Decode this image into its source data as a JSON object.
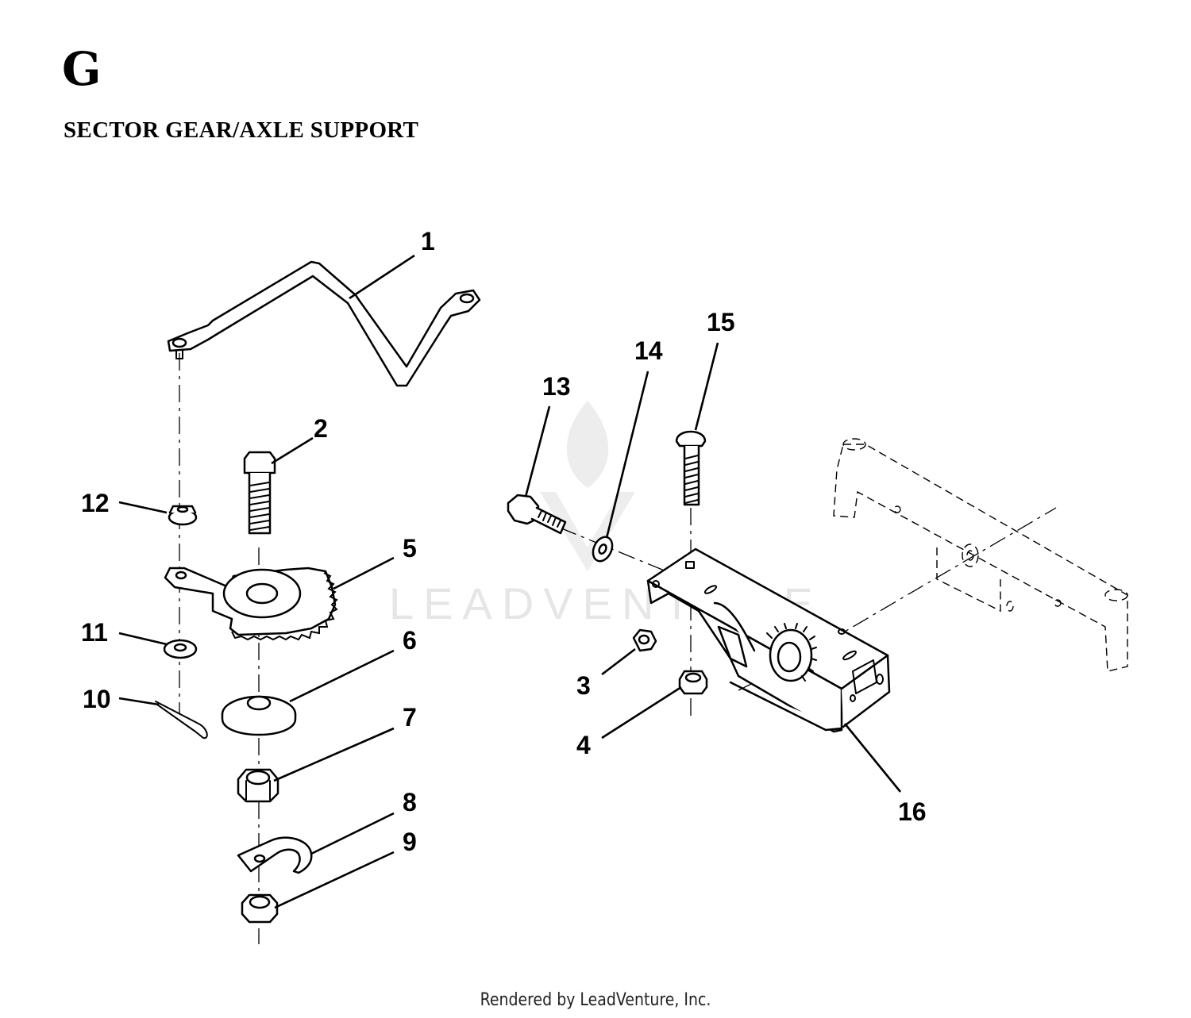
{
  "header": {
    "section_letter": "G",
    "title": "SECTOR GEAR/AXLE SUPPORT"
  },
  "callouts": [
    {
      "id": 1,
      "label": "1"
    },
    {
      "id": 2,
      "label": "2"
    },
    {
      "id": 3,
      "label": "3"
    },
    {
      "id": 4,
      "label": "4"
    },
    {
      "id": 5,
      "label": "5"
    },
    {
      "id": 6,
      "label": "6"
    },
    {
      "id": 7,
      "label": "7"
    },
    {
      "id": 8,
      "label": "8"
    },
    {
      "id": 9,
      "label": "9"
    },
    {
      "id": 10,
      "label": "10"
    },
    {
      "id": 11,
      "label": "11"
    },
    {
      "id": 12,
      "label": "12"
    },
    {
      "id": 13,
      "label": "13"
    },
    {
      "id": 14,
      "label": "14"
    },
    {
      "id": 15,
      "label": "15"
    },
    {
      "id": 16,
      "label": "16"
    }
  ],
  "watermark": {
    "text": "LEADVENTURE"
  },
  "footer": {
    "text": "Rendered by LeadVenture, Inc."
  },
  "colors": {
    "ink": "#000000",
    "paper": "#ffffff",
    "watermark": "#e6e6e6"
  }
}
